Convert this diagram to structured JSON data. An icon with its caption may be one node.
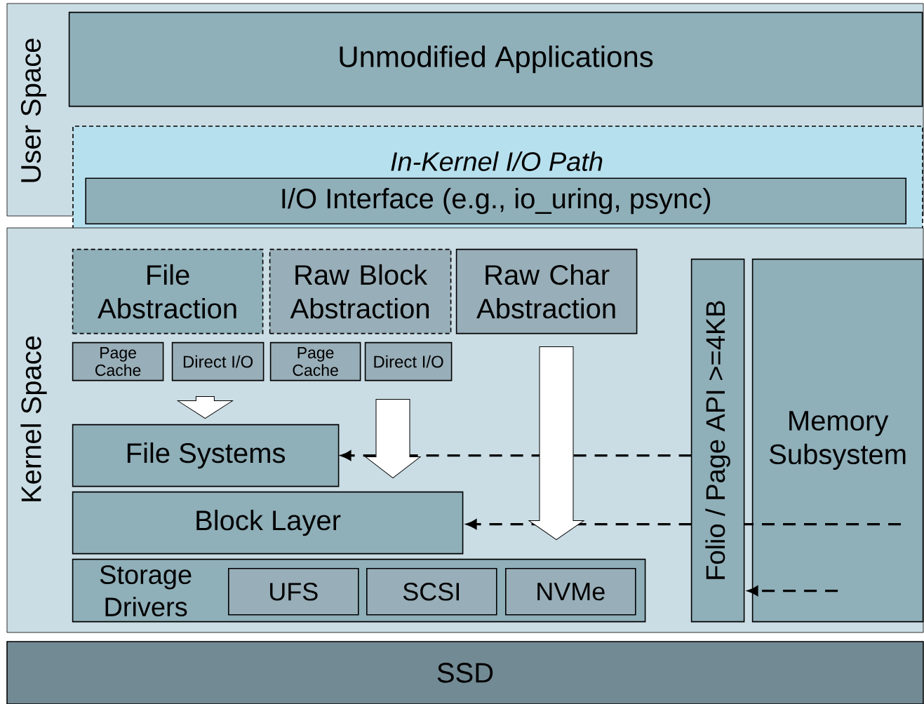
{
  "diagram": {
    "nodes": [
      {
        "text": [
          "User Space"
        ]
      },
      {
        "text": [
          "Unmodified Applications"
        ],
        "in": 0
      },
      {
        "text": [
          "In-Kernel I/O Path"
        ]
      },
      {
        "text": [
          "I/O Interface (e.g., io_uring, psync)"
        ],
        "in": 2
      },
      {
        "text": [
          "Kernel Space"
        ]
      },
      {
        "text": [
          "File Abstraction"
        ],
        "in": 4
      },
      {
        "text": [
          "Page Cache"
        ],
        "in": 4
      },
      {
        "text": [
          "Direct I/O"
        ],
        "in": 4
      },
      {
        "text": [
          "Raw Block Abstraction"
        ],
        "in": 4
      },
      {
        "text": [
          "Page Cache"
        ],
        "in": 4
      },
      {
        "text": [
          "Direct I/O"
        ],
        "in": 4
      },
      {
        "text": [
          "Raw Char Abstraction"
        ],
        "in": 4
      },
      {
        "text": [
          "Folio / Page API >=4KB"
        ],
        "in": 4
      },
      {
        "text": [
          "Memory Subsystem"
        ],
        "in": 4
      },
      {
        "text": [
          "File Systems"
        ],
        "in": 4
      },
      {
        "text": [
          "Block Layer"
        ],
        "in": 4
      },
      {
        "text": [
          "Storage Drivers"
        ],
        "in": 4
      },
      {
        "text": [
          "UFS"
        ],
        "in": 16
      },
      {
        "text": [
          "SCSI"
        ],
        "in": 16
      },
      {
        "text": [
          "NVMe"
        ],
        "in": 16
      },
      {
        "text": [
          "SSD"
        ]
      }
    ],
    "edges": [
      {
        "from": 12,
        "to": 14,
        "arrow": "to",
        "style": "dashed"
      },
      {
        "from": 13,
        "to": 12,
        "arrow": "none",
        "style": "dashed"
      },
      {
        "from": 12,
        "to": 15,
        "arrow": "to",
        "style": "dashed"
      },
      {
        "from": 13,
        "to": 12,
        "arrow": "to",
        "style": "dashed"
      },
      {
        "from": 7,
        "to": 14,
        "arrow": "to"
      },
      {
        "from": 8,
        "to": 15,
        "arrow": "to"
      },
      {
        "from": 11,
        "to": 16,
        "arrow": "to"
      }
    ]
  }
}
